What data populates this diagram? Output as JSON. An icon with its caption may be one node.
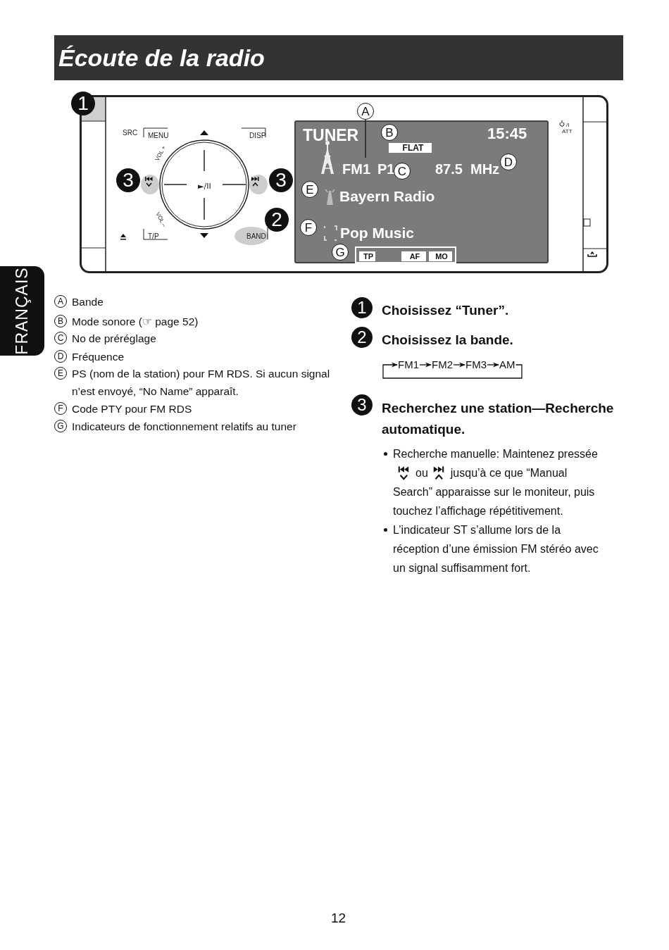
{
  "diagram": {
    "title": "Écoute de la radio",
    "nodes": [
      {
        "text": [
          "SRC",
          "MENU",
          "DISP",
          "VOL +",
          "►/II",
          "VOL –",
          "T/P",
          "BAND",
          "/I",
          "ATT"
        ]
      },
      {
        "text": [
          "TUNER",
          "FLAT",
          "15:45",
          "FM1",
          "P1",
          "87.5",
          "MHz",
          "Bayern Radio",
          "Pop Music",
          "TP",
          "AF",
          "MO"
        ],
        "in": 0
      },
      {
        "text": [
          "A"
        ],
        "in": 0
      },
      {
        "text": [
          "FM1"
        ]
      },
      {
        "text": [
          "FM2"
        ]
      },
      {
        "text": [
          "FM3"
        ]
      },
      {
        "text": [
          "AM"
        ]
      }
    ],
    "edges": [
      {
        "from": 2,
        "to": 1,
        "arrow": "none"
      },
      {
        "from": 3,
        "to": 4,
        "arrow": "to"
      },
      {
        "from": 4,
        "to": 5,
        "arrow": "to"
      },
      {
        "from": 5,
        "to": 6,
        "arrow": "to"
      },
      {
        "from": 6,
        "to": 3,
        "arrow": "to"
      }
    ],
    "labels": [
      "1",
      "B",
      "C",
      "D",
      "E",
      "F",
      "G",
      "3",
      "3",
      "2",
      "FRANÇAIS",
      "A",
      "Bande",
      "B",
      "Mode sonore (☞ page 52)",
      "C",
      "No de préréglage",
      "D",
      "Fréquence",
      "E",
      "PS (nom de la station) pour FM RDS. Si aucun signal n’est envoyé, “No Name” apparaît.",
      "F",
      "Code PTY pour FM RDS",
      "G",
      "Indicateurs de fonctionnement relatifs au tuner",
      "1",
      "Choisissez “Tuner”.",
      "2",
      "Choisissez la bande.",
      "3",
      "Recherchez une station—Recherche automatique.",
      "Recherche manuelle: Maintenez pressée",
      "ou",
      "jusqu’à ce que “Manual Search” apparaisse sur le moniteur, puis touchez l’affichage répétitivement.",
      "L’indicateur ST s’allume lors de la réception d’une émission FM stéréo avec un signal suffisamment fort.",
      "12"
    ]
  }
}
